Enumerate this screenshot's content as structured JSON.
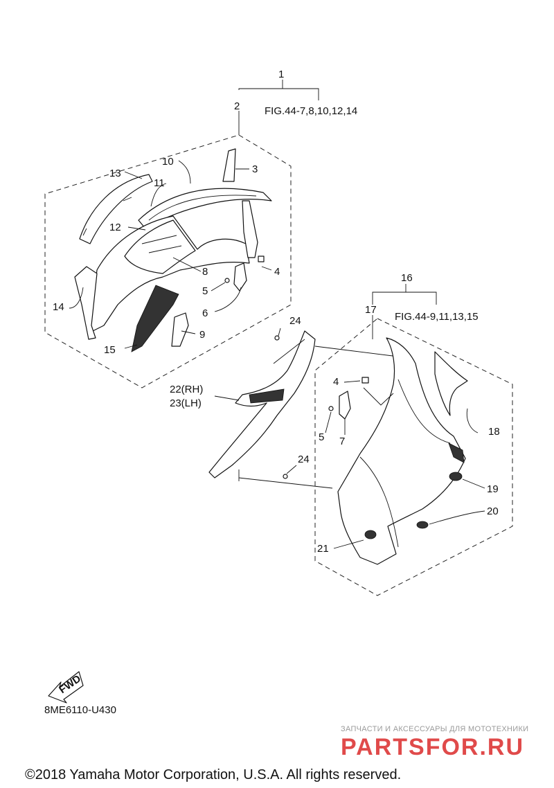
{
  "labels": {
    "l1": "1",
    "l2": "2",
    "fig1": "FIG.44-7,8,10,12,14",
    "l3": "3",
    "l4a": "4",
    "l5a": "5",
    "l6": "6",
    "l8": "8",
    "l9": "9",
    "l10": "10",
    "l11": "11",
    "l12": "12",
    "l13": "13",
    "l14": "14",
    "l15": "15",
    "l16": "16",
    "l17": "17",
    "fig2": "FIG.44-9,11,13,15",
    "l24a": "24",
    "l24b": "24",
    "l22": "22(RH)",
    "l23": "23(LH)",
    "l4b": "4",
    "l5b": "5",
    "l7": "7",
    "l18": "18",
    "l19": "19",
    "l20": "20",
    "l21": "21"
  },
  "fwd_label": "FWD",
  "diagram_code": "8ME6110-U430",
  "watermark": {
    "tagline": "ЗАПЧАСТИ И АКСЕССУАРЫ ДЛЯ МОТОТЕХНИКИ",
    "brand": "PARTSFOR.RU"
  },
  "copyright": "©2018 Yamaha Motor Corporation, U.S.A. All rights reserved."
}
